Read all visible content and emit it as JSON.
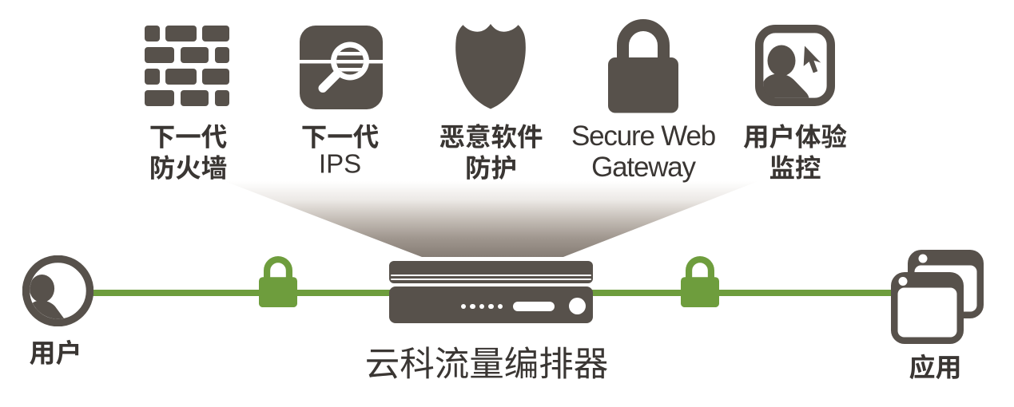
{
  "diagram": {
    "background": "#ffffff",
    "colors": {
      "dark": "#57514b",
      "text": "#3a3633",
      "green": "#6e9d3d",
      "funnel_shade": "#867d75"
    },
    "services": [
      {
        "name": "next-gen-firewall",
        "icon": "firewall-bricks-icon",
        "line1": "下一代",
        "line2": "防火墙"
      },
      {
        "name": "next-gen-ips",
        "icon": "inspection-magnifier-icon",
        "line1": "下一代",
        "line2": "IPS"
      },
      {
        "name": "malware-protection",
        "icon": "shield-icon",
        "line1": "恶意软件",
        "line2": "防护"
      },
      {
        "name": "secure-web-gateway",
        "icon": "padlock-icon",
        "line1": "Secure Web",
        "line2": "Gateway"
      },
      {
        "name": "user-experience-monitoring",
        "icon": "user-cursor-monitor-icon",
        "line1": "用户体验",
        "line2": "监控"
      }
    ],
    "flow": {
      "left_node": {
        "label": "用户",
        "icon": "user-circle-icon"
      },
      "center_node": {
        "label": "云科流量编排器",
        "icon": "network-appliance"
      },
      "right_node": {
        "label": "应用",
        "icon": "app-windows-icon"
      },
      "encrypted_links": 2
    }
  }
}
